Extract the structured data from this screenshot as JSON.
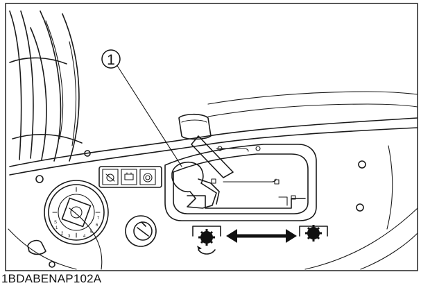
{
  "figure": {
    "callout_number": "1",
    "figure_code": "1BDABENAP102A"
  },
  "dial": {
    "markings": [
      "S",
      "1",
      "2",
      "3",
      "4",
      "5",
      "6",
      "7"
    ]
  }
}
